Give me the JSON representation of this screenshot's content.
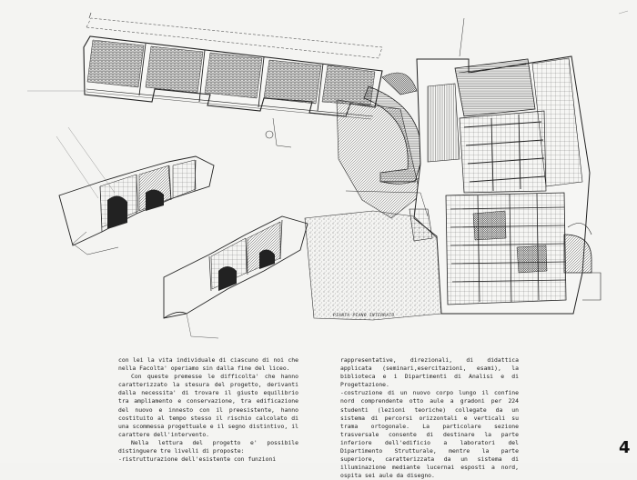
{
  "figure": {
    "plan_caption": "PIANTA PIANO INTERRATO"
  },
  "text": {
    "col1": [
      "con lei la vita individuale di ciascuno di noi che nella Facolta' operiamo sin dalla fine del liceo.",
      "Con queste premesse le difficolta' che hanno caratterizzato la stesura del progetto, derivanti dalla necessita' di trovare il giusto equilibrio tra ampliamento e conservazione, tra edificazione del nuovo e innesto con il preesistente, hanno costituito al tempo stesso il rischio calcolato di una scommessa progettuale e il segno distintivo, il carattere dell'intervento.",
      "Nella lettura del progetto e' possibile distinguere tre livelli di proposte:",
      "-ristrutturazione dell'esistente con funzioni"
    ],
    "col2": [
      "rappresentative, direzionali, di didattica applicata (seminari,esercitazioni, esami), la biblioteca e i Dipartimenti di Analisi e di Progettazione.",
      "-costruzione di un nuovo corpo lungo il confine nord comprendente otto aule a gradoni per 224 studenti (lezioni teoriche) collegate da un sistema di percorsi orizzontali e verticali su trama ortogonale. La particolare sezione trasversale consente di destinare la parte inferiore dell'edificio a laboratori del Dipartimento Strutturale, mentre la parte superiore, caratterizzata da un sistema di illuminazione mediante lucernai esposti a nord, ospita sei aule da disegno."
    ]
  },
  "page_number": "4"
}
